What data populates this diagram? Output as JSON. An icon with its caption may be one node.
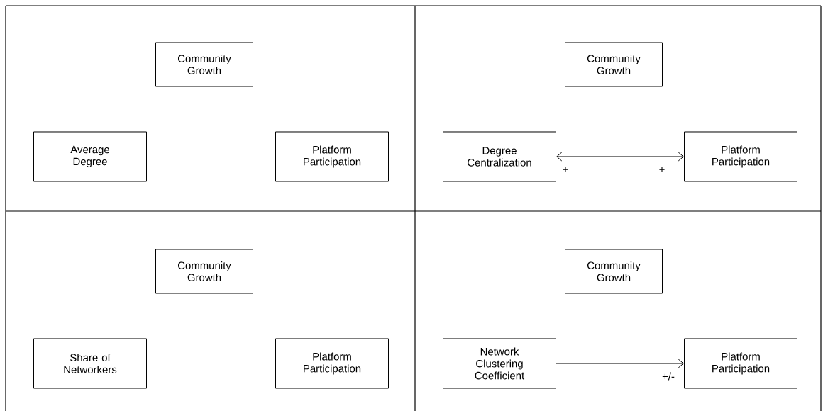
{
  "diagram": {
    "nodes": [
      {
        "text": [
          "Community Growth"
        ]
      },
      {
        "text": [
          "Average Degree"
        ]
      },
      {
        "text": [
          "Platform Participation"
        ]
      },
      {
        "text": [
          "Community Growth"
        ]
      },
      {
        "text": [
          "Degree Centralization"
        ]
      },
      {
        "text": [
          "Platform Participation"
        ]
      },
      {
        "text": [
          "Community Growth"
        ]
      },
      {
        "text": [
          "Share of Networkers"
        ]
      },
      {
        "text": [
          "Platform Participation"
        ]
      },
      {
        "text": [
          "Community Growth"
        ]
      },
      {
        "text": [
          "Network Clustering Coefficient"
        ]
      },
      {
        "text": [
          "Platform Participation"
        ]
      }
    ],
    "edges": [
      {
        "from": 4,
        "to": 5,
        "arrow": "both"
      },
      {
        "from": 10,
        "to": 11,
        "arrow": "to",
        "label": "+/-"
      }
    ],
    "labels": [
      "+",
      "+"
    ]
  }
}
